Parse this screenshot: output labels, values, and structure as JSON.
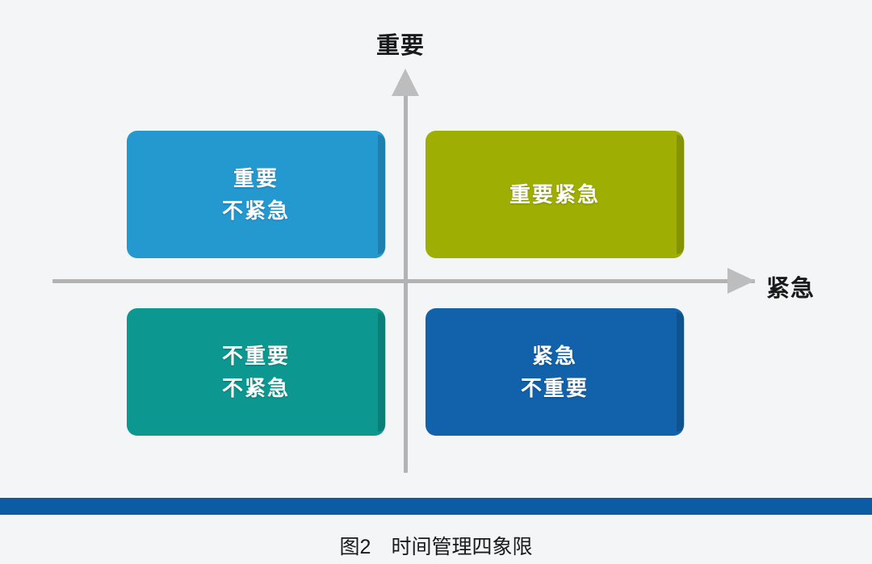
{
  "figure": {
    "caption": "图2　时间管理四象限",
    "background_color": "#f4f5f6",
    "bottom_bar_color": "#0b5ca5"
  },
  "axes": {
    "vertical_label": "重要",
    "horizontal_label": "紧急",
    "line_color": "#b3b3b3",
    "arrow_color": "#bdbdbd"
  },
  "quadrants": [
    {
      "id": "top-left",
      "lines": [
        "重要",
        "不紧急"
      ],
      "line1": "重要",
      "line2": "不紧急",
      "color": "#2499d0"
    },
    {
      "id": "top-right",
      "lines": [
        "重要紧急"
      ],
      "line1": "重要紧急",
      "line2": "",
      "color": "#9fae03"
    },
    {
      "id": "bottom-left",
      "lines": [
        "不重要",
        "不紧急"
      ],
      "line1": "不重要",
      "line2": "不紧急",
      "color": "#0c9890"
    },
    {
      "id": "bottom-right",
      "lines": [
        "紧急",
        "不重要"
      ],
      "line1": "紧急",
      "line2": "不重要",
      "color": "#1162ab"
    }
  ]
}
